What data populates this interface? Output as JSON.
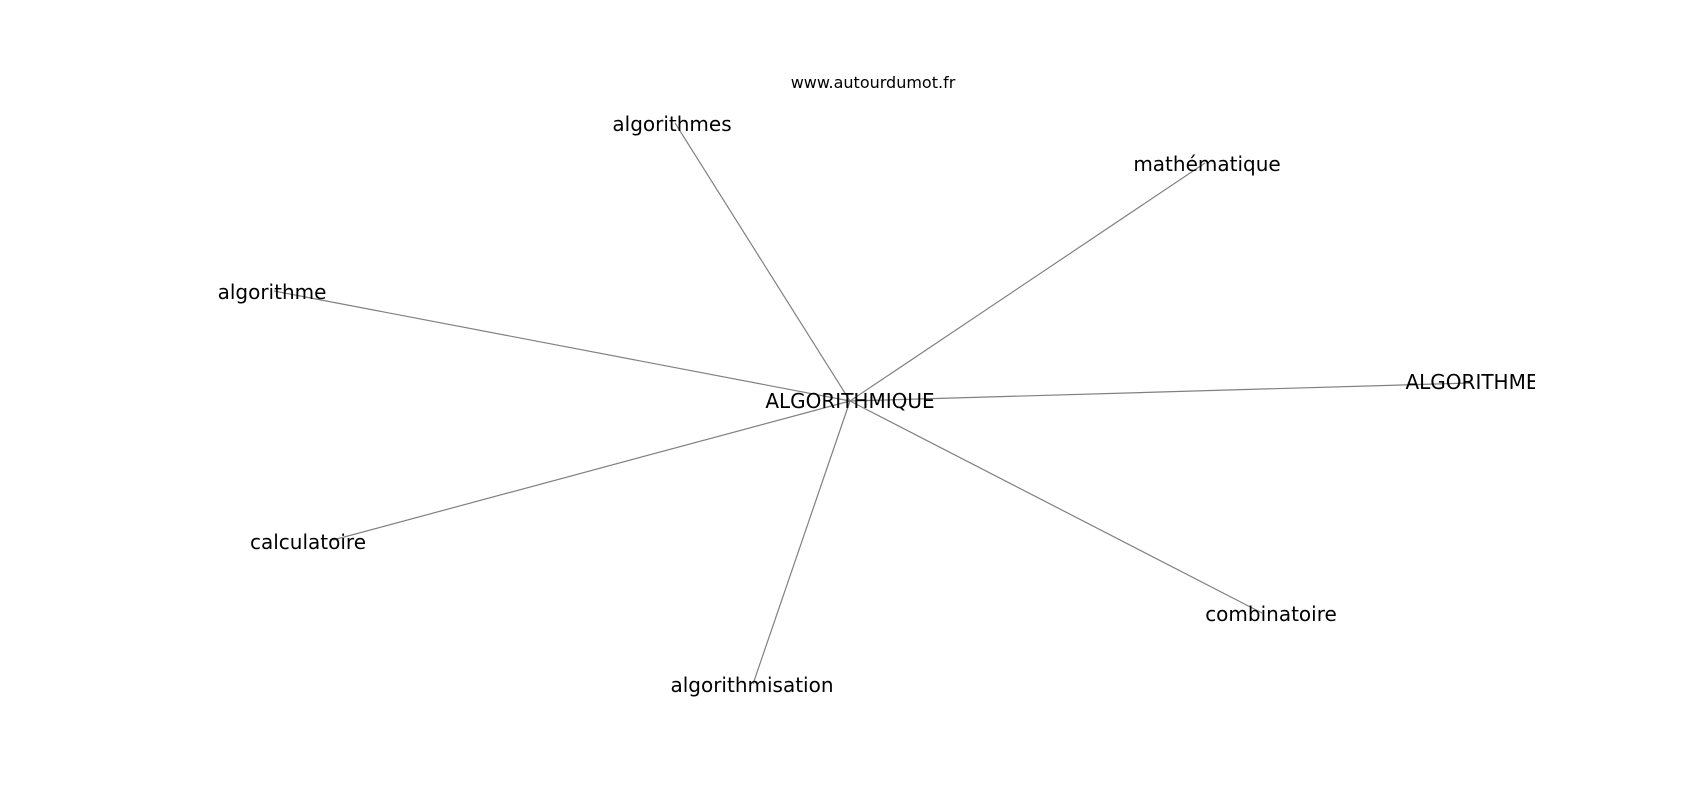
{
  "watermark": "www.autourdumot.fr",
  "graph": {
    "center": {
      "id": "center",
      "label": "ALGORITHMIQUE"
    },
    "neighbors": [
      {
        "id": "algorithmes",
        "label": "algorithmes"
      },
      {
        "id": "mathematique",
        "label": "mathématique"
      },
      {
        "id": "algorithme",
        "label": "algorithme"
      },
      {
        "id": "ALGORITHME",
        "label": "ALGORITHME"
      },
      {
        "id": "calculatoire",
        "label": "calculatoire"
      },
      {
        "id": "combinatoire",
        "label": "combinatoire"
      },
      {
        "id": "algorithmisation",
        "label": "algorithmisation"
      }
    ]
  }
}
